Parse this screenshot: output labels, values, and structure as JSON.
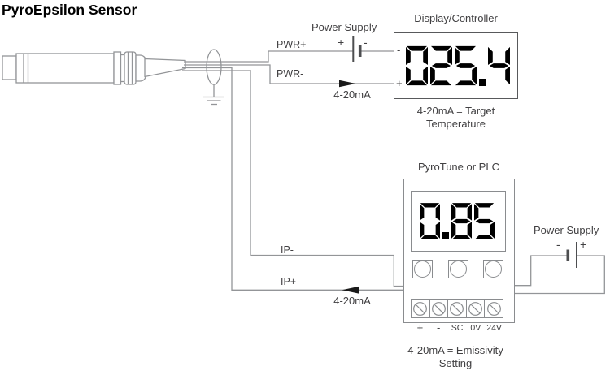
{
  "title": "PyroEpsilon Sensor",
  "colors": {
    "wire": "#939598",
    "text": "#414042",
    "box_border": "#58595b",
    "digit": "#000000"
  },
  "top_circuit": {
    "power_supply_label": "Power Supply",
    "battery_plus": "+",
    "battery_minus": "-",
    "wire_labels": {
      "pwr_plus": "PWR+",
      "pwr_minus": "PWR-",
      "current": "4-20mA"
    },
    "display": {
      "title": "Display/Controller",
      "terminal_minus": "-",
      "terminal_plus": "+",
      "value": "025.4"
    },
    "caption_line1": "4-20mA = Target",
    "caption_line2": "Temperature"
  },
  "bottom_circuit": {
    "device_label": "PyroTune or PLC",
    "display_value": "0.85",
    "power_supply_label": "Power Supply",
    "battery_plus": "+",
    "battery_minus": "-",
    "wire_labels": {
      "ip_minus": "IP-",
      "ip_plus": "IP+",
      "current": "4-20mA"
    },
    "terminals": [
      "+",
      "-",
      "SC",
      "0V",
      "24V"
    ],
    "caption_line1": "4-20mA = Emissivity",
    "caption_line2": "Setting"
  }
}
